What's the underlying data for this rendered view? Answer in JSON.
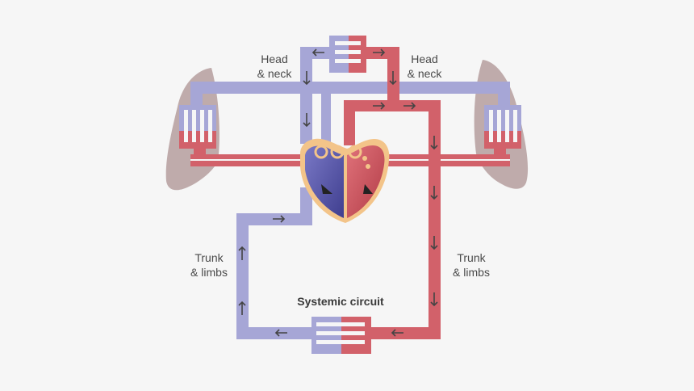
{
  "labels": {
    "head_neck_left_1": "Head",
    "head_neck_left_2": "& neck",
    "head_neck_right_1": "Head",
    "head_neck_right_2": "& neck",
    "trunk_left_1": "Trunk",
    "trunk_left_2": "& limbs",
    "trunk_right_1": "Trunk",
    "trunk_right_2": "& limbs",
    "title": "Systemic circuit"
  },
  "colors": {
    "background": "#f6f6f6",
    "deoxygenated": "#a6a6d6",
    "oxygenated": "#d2616a",
    "lung": "#b59e9e",
    "heart_outline": "#f3c489",
    "heart_blue": "#5b5aa8",
    "heart_red": "#c94a55",
    "arrow": "#444444"
  }
}
